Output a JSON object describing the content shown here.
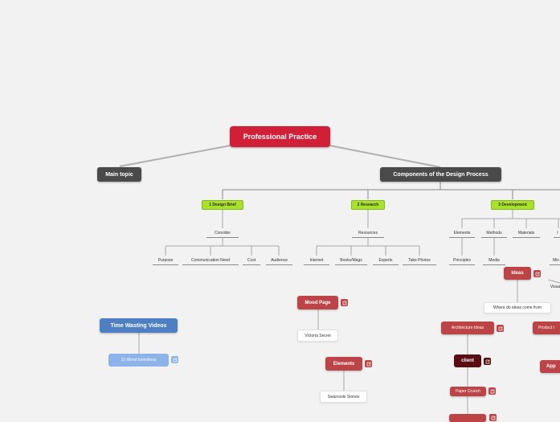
{
  "root": {
    "label": "Professional Practice"
  },
  "main_topic": {
    "label": "Main topic"
  },
  "components": {
    "label": "Components of the Design Process",
    "stages": [
      {
        "label": "1 Design Brief",
        "sub": "Consider",
        "leaves": [
          "Purpose",
          "Communication Need",
          "Cost",
          "Audience"
        ]
      },
      {
        "label": "2 Research",
        "sub": "Resources",
        "leaves": [
          "Internet",
          "Books/Mags",
          "Experts",
          "Take Photos"
        ]
      },
      {
        "label": "3 Development",
        "subs": [
          "Elements",
          "Methods",
          "Materials"
        ],
        "leaves": [
          "Principles",
          "Media"
        ]
      }
    ]
  },
  "partial_labels": {
    "p1": "I",
    "p2": "Min",
    "p3": "Visua",
    "p4": "Product I",
    "p5": "App"
  },
  "ideas": {
    "label": "Ideas",
    "child": "Where do ideas come from",
    "architecture": "Architecture Ideas",
    "client": "client",
    "paper": "Paper Crunch"
  },
  "mood_page": {
    "label": "Mood Page",
    "child": "Victoria Secret"
  },
  "elements_node": {
    "label": "Elements",
    "child": "Swarovski Stones"
  },
  "time_wasting": {
    "label": "Time Wasting Videos",
    "child": "10 Worst Inventions"
  },
  "colors": {
    "background": "#f2f2f2",
    "root": "#d01f36",
    "dark": "#4a4a4a",
    "green": "#a9e22b",
    "blue": "#4e7fc2",
    "light_blue": "#8eb3ea",
    "rust": "#bd4446",
    "maroon": "#5b0d14",
    "line": "#a8a8a8"
  },
  "icons": {
    "link": "external-link-icon"
  }
}
